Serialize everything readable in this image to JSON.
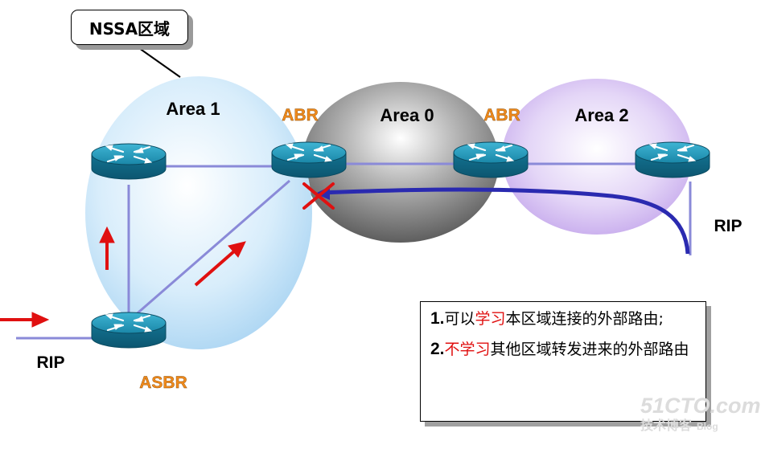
{
  "callout": {
    "text": "NSSA区域"
  },
  "areas": {
    "area1": "Area 1",
    "area0": "Area 0",
    "area2": "Area 2"
  },
  "router_labels": {
    "abr_left": "ABR",
    "abr_right": "ABR",
    "asbr": "ASBR"
  },
  "rip_labels": {
    "left": "RIP",
    "right": "RIP"
  },
  "notes": {
    "item1": {
      "num": "1.",
      "pre": "可以",
      "highlight": "学习",
      "post": "本区域连接的外部路由;"
    },
    "item2": {
      "num": "2.",
      "highlight": "不学习",
      "post": "其他区域转发进来的外部路由"
    }
  },
  "watermark": {
    "main": "51CTO.com",
    "sub": "技术博客",
    "blog": "Blog"
  },
  "colors": {
    "area1_fill": "#d6ecfa",
    "area0_fill": "#8c8c8c",
    "area2_fill": "#d9c6f2",
    "router": "#1a8fb0",
    "link": "#8a8ad8",
    "route_line": "#2a2ab0",
    "arrow": "#e01010",
    "abr_text": "#f08a1c"
  }
}
